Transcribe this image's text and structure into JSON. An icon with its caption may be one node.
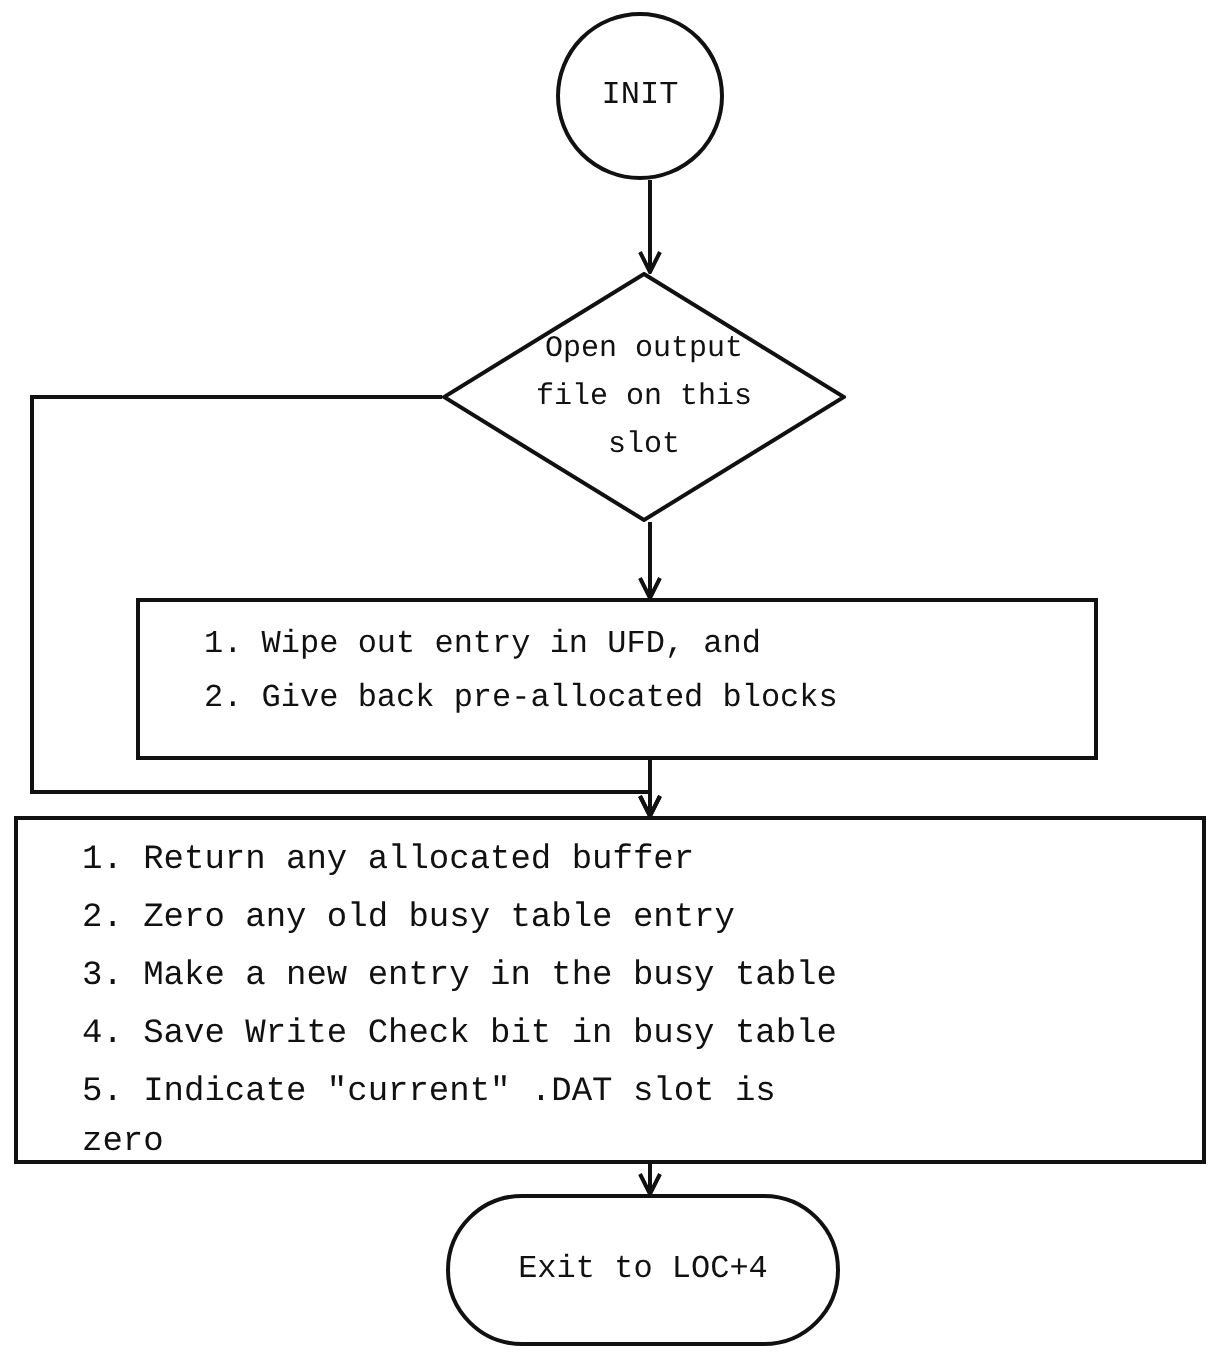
{
  "diagram": {
    "nodes": [
      {
        "text": [
          "INIT"
        ]
      },
      {
        "text": [
          "Open output file on this slot"
        ]
      },
      {
        "text": [
          "1. Wipe out entry in UFD, and",
          "2. Give back pre-allocated blocks"
        ]
      },
      {
        "text": [
          "1. Return any allocated buffer",
          "2. Zero any old busy table entry",
          "3. Make a new entry in the busy table",
          "4. Save Write Check bit in busy table",
          "5. Indicate \"current\" .DAT slot is zero"
        ]
      },
      {
        "text": [
          "Exit to LOC+4"
        ]
      }
    ],
    "edges": [
      {
        "from": 0,
        "to": 1,
        "arrow": "to"
      },
      {
        "from": 1,
        "to": 2,
        "arrow": "to"
      },
      {
        "from": 2,
        "to": 3,
        "arrow": "to"
      },
      {
        "from": 1,
        "to": 3,
        "arrow": "to"
      },
      {
        "from": 3,
        "to": 4,
        "arrow": "to"
      }
    ]
  }
}
